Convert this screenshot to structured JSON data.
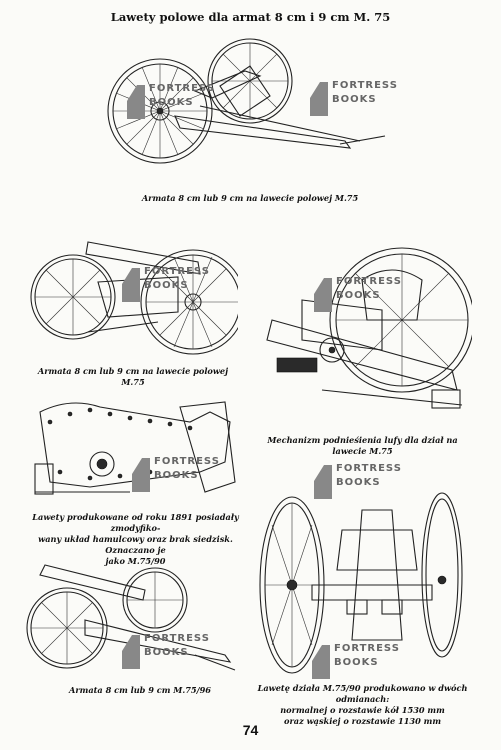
{
  "page": {
    "title": "Lawety polowe dla armat 8 cm i 9 cm M. 75",
    "page_number": "74"
  },
  "figures": [
    {
      "caption": "Armata 8 cm lub 9 cm na lawecie polowej M.75"
    },
    {
      "caption": "Armata 8 cm lub 9 cm na lawecie polowej M.75"
    },
    {
      "caption": "Mechanizm podnieśienia lufy dla dział na lawecie M.75"
    },
    {
      "caption_lines": [
        "Lawety produkowane od roku 1891 posiadały zmodyfiko-",
        "wany układ hamulcowy oraz brak siedzisk. Oznaczano je",
        "jako M.75/90"
      ]
    },
    {
      "caption": "Armata 8 cm lub 9 cm M.75/96"
    },
    {
      "caption_lines": [
        "Lawetę działa M.75/90 produkowano w dwóch odmianach:",
        "normalnej o rozstawie kół 1530 mm",
        "oraz wąskiej o rozstawie 1130 mm"
      ]
    }
  ],
  "watermark": {
    "line1": "FORTRESS",
    "line2": "BOOKS"
  }
}
